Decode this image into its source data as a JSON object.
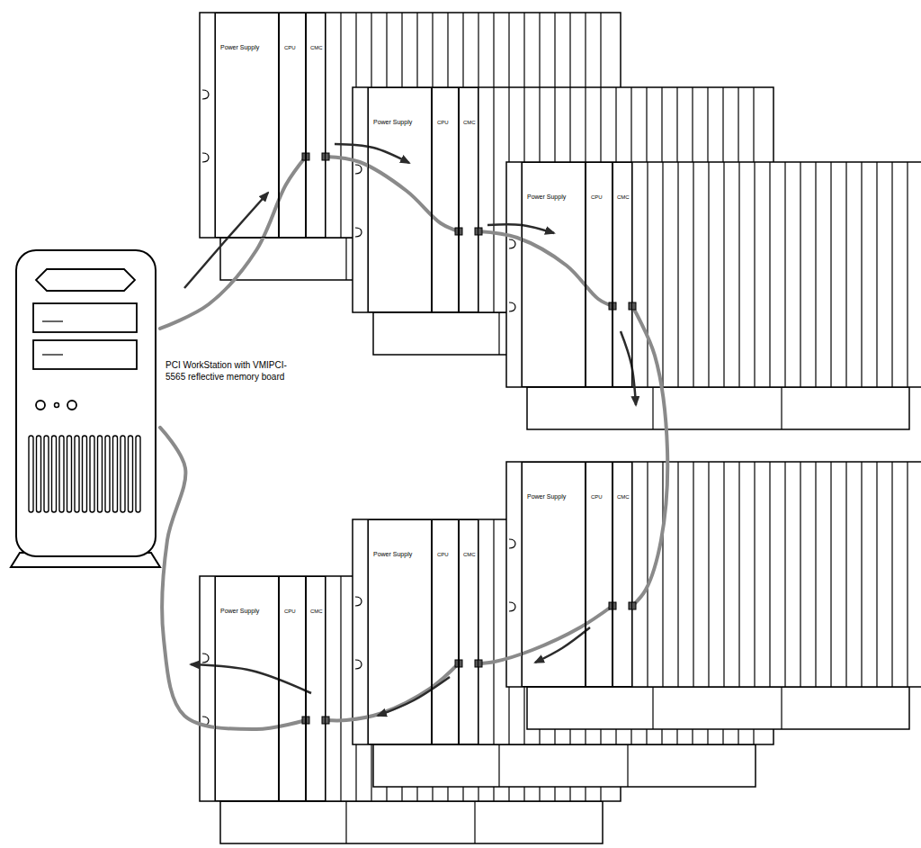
{
  "diagram": {
    "nodes": [
      {
        "text": [
          "PCI WorkStation with VMIPCI-5565 reflective memory board"
        ]
      },
      {
        "text": [
          "Power Supply"
        ]
      },
      {
        "text": [
          "CPU"
        ]
      },
      {
        "text": [
          "CMC"
        ]
      },
      {
        "text": [
          "Power Supply"
        ]
      },
      {
        "text": [
          "CPU"
        ]
      },
      {
        "text": [
          "CMC"
        ]
      },
      {
        "text": [
          "Power Supply"
        ]
      },
      {
        "text": [
          "CPU"
        ]
      },
      {
        "text": [
          "CMC"
        ]
      },
      {
        "text": [
          "Power Supply"
        ]
      },
      {
        "text": [
          "CPU"
        ]
      },
      {
        "text": [
          "CMC"
        ]
      },
      {
        "text": [
          "Power Supply"
        ]
      },
      {
        "text": [
          "CPU"
        ]
      },
      {
        "text": [
          "CMC"
        ]
      },
      {
        "text": [
          "Power Supply"
        ]
      },
      {
        "text": [
          "CPU"
        ]
      },
      {
        "text": [
          "CMC"
        ]
      }
    ],
    "edges": [
      {
        "from": 0,
        "to": 3,
        "arrow": "to"
      },
      {
        "from": 3,
        "to": 6,
        "arrow": "to"
      },
      {
        "from": 6,
        "to": 9,
        "arrow": "to"
      },
      {
        "from": 9,
        "to": 12,
        "arrow": "to"
      },
      {
        "from": 12,
        "to": 15,
        "arrow": "to"
      },
      {
        "from": 15,
        "to": 18,
        "arrow": "to"
      },
      {
        "from": 18,
        "to": 0,
        "arrow": "to"
      }
    ]
  }
}
